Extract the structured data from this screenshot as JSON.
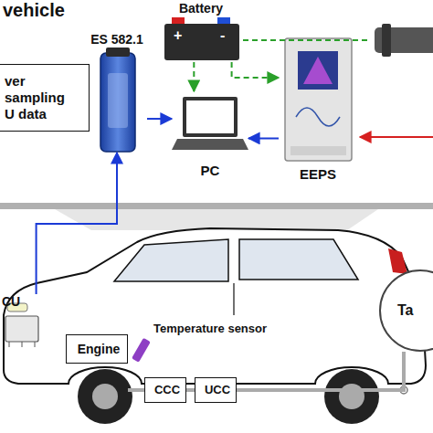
{
  "diagram": {
    "title": "vehicle",
    "nodes": [
      {
        "text": [
          "ver",
          "sampling",
          "U data"
        ]
      },
      {
        "text": [
          "ES 582.1"
        ]
      },
      {
        "text": [
          "Battery"
        ]
      },
      {
        "text": [
          "PC"
        ]
      },
      {
        "text": [
          "EEPS"
        ]
      },
      {
        "text": [
          "CU"
        ]
      },
      {
        "text": [
          "Engine"
        ]
      },
      {
        "text": [
          "Temperature sensor"
        ]
      },
      {
        "text": [
          "CCC"
        ]
      },
      {
        "text": [
          "UCC"
        ]
      },
      {
        "text": [
          "Ta"
        ]
      }
    ],
    "edges": [
      {
        "from": 1,
        "to": 3,
        "arrow": "to"
      },
      {
        "from": 2,
        "to": 3,
        "arrow": "to"
      },
      {
        "from": 2,
        "to": 4,
        "arrow": "to"
      },
      {
        "from": 4,
        "to": 3,
        "arrow": "to"
      },
      {
        "from": 5,
        "to": 1,
        "arrow": "to"
      },
      {
        "from": 8,
        "to": 9,
        "arrow": "none"
      },
      {
        "from": 9,
        "to": 10,
        "arrow": "none"
      }
    ],
    "labels": [
      "+",
      "-"
    ]
  }
}
